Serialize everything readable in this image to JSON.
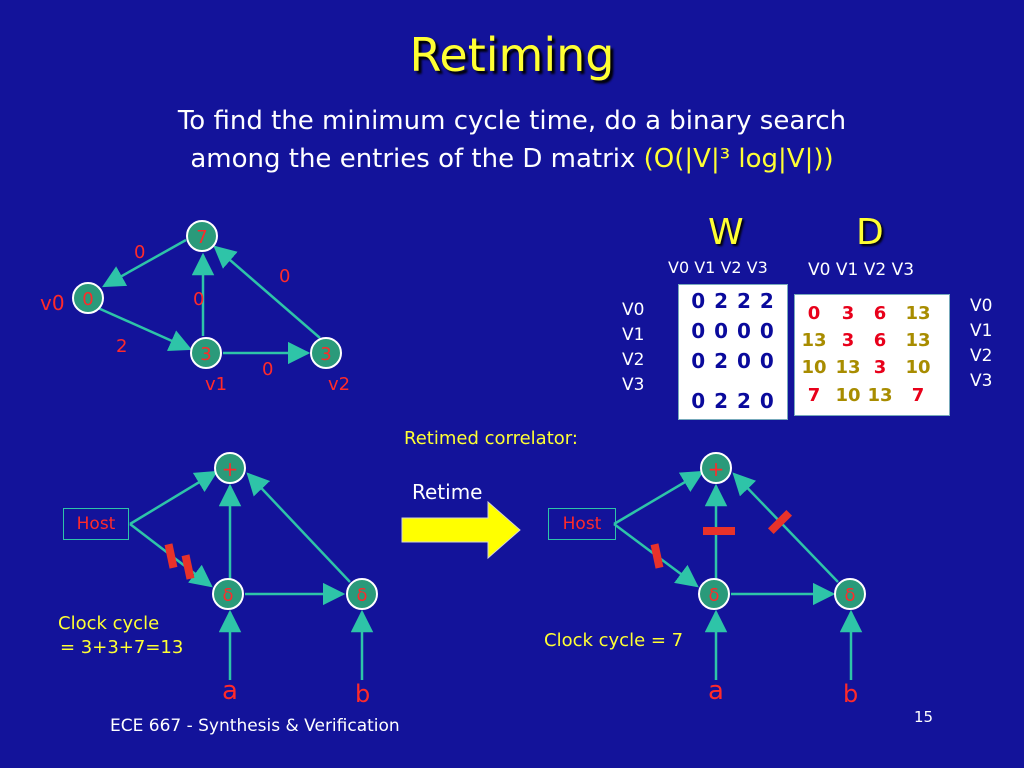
{
  "slide": {
    "title": "Retiming",
    "subtitle_line1": "To find the minimum cycle time, do a binary search",
    "subtitle_line2_plain": "among the entries of the D matrix",
    "subtitle_line2_hl": "(O(|V|³ log|V|))",
    "footer": "ECE 667 - Synthesis & Verification",
    "page_number": "15"
  },
  "graph": {
    "nodes": [
      {
        "id": "top",
        "value": "7"
      },
      {
        "id": "v0",
        "value": "0",
        "label": "v0"
      },
      {
        "id": "v1",
        "value": "3",
        "label": "v1"
      },
      {
        "id": "v2",
        "value": "3",
        "label": "v2"
      }
    ],
    "edges": [
      {
        "label": "0",
        "desc": "top-to-v0"
      },
      {
        "label": "0",
        "desc": "v2-to-top"
      },
      {
        "label": "0",
        "desc": "v1-to-top"
      },
      {
        "label": "2",
        "desc": "v0-to-v1"
      },
      {
        "label": "0",
        "desc": "v1-to-v2"
      }
    ]
  },
  "matrices": {
    "W": {
      "header": "W",
      "cols": [
        "V0",
        "V1",
        "V2",
        "V3"
      ],
      "rows_labels": [
        "V0",
        "V1",
        "V2",
        "V3"
      ],
      "rows": [
        "0 2 2 2",
        "0 0 0 0",
        "0 2 0 0",
        "0 2 2 0"
      ]
    },
    "D": {
      "header": "D",
      "cols": [
        "V0",
        "V1",
        "V2",
        "V3"
      ],
      "rows_labels": [
        "V0",
        "V1",
        "V2",
        "V3"
      ],
      "rows": [
        [
          "0",
          "3",
          "6",
          "13"
        ],
        [
          "13",
          "3",
          "6",
          "13"
        ],
        [
          "10",
          "13",
          "3",
          "10"
        ],
        [
          "7",
          "10",
          "13",
          "7"
        ]
      ]
    }
  },
  "correlators": {
    "retimed_caption": "Retimed correlator:",
    "retime_label": "Retime",
    "left": {
      "host": "Host",
      "adder": "+",
      "delta1": "δ",
      "delta2": "δ",
      "input_a": "a",
      "input_b": "b",
      "clock_line1": "Clock cycle",
      "clock_line2": "= 3+3+7=13"
    },
    "right": {
      "host": "Host",
      "adder": "+",
      "delta1": "δ",
      "delta2": "δ",
      "input_a": "a",
      "input_b": "b",
      "clock": "Clock cycle = 7"
    }
  },
  "colors": {
    "background": "#13139a",
    "title": "#ffff33",
    "node_fill": "#2a9a7a",
    "edge": "#2ec4a8",
    "label_red": "#ff2a2a",
    "register": "#e8322a"
  }
}
